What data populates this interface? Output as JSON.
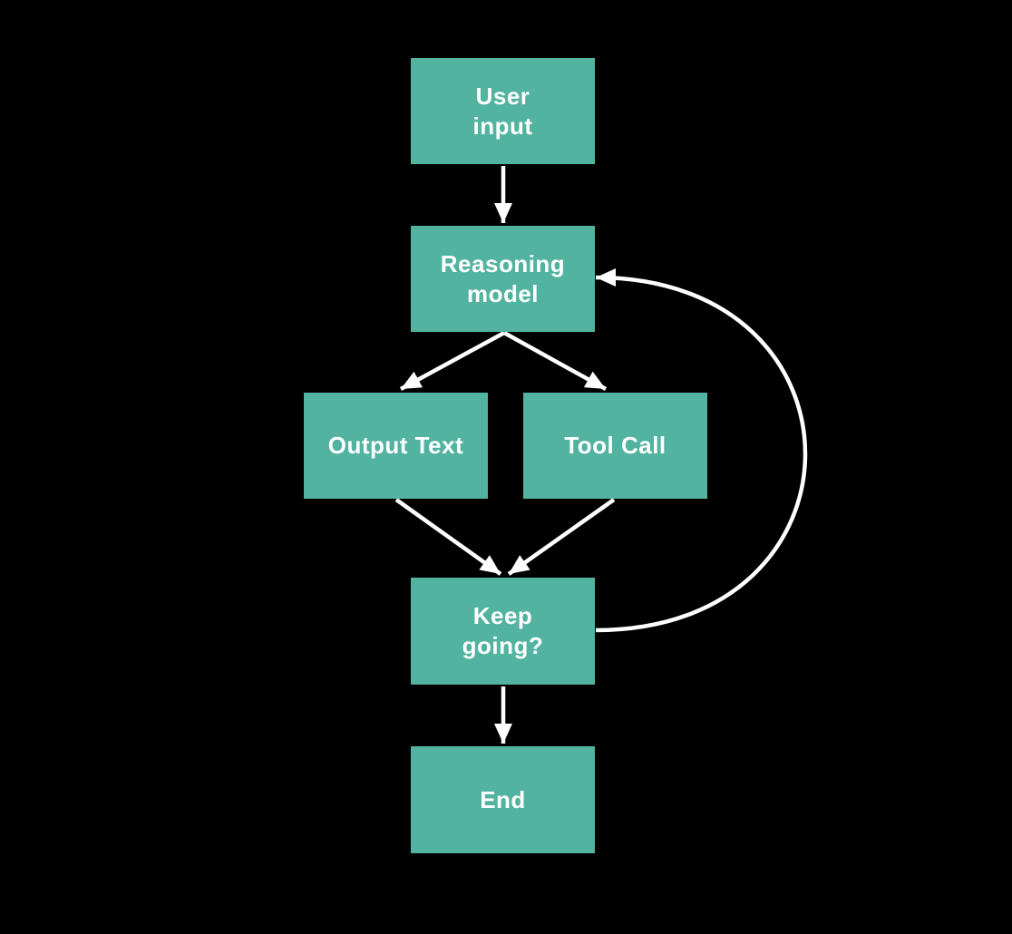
{
  "diagram": {
    "type": "flowchart",
    "background_color": "#000000",
    "node_fill_color": "#52b3a0",
    "arrow_color": "#ffffff",
    "text_color": "#ffffff",
    "nodes": {
      "user_input": {
        "label": "User\ninput"
      },
      "reasoning_model": {
        "label": "Reasoning\nmodel"
      },
      "output_text": {
        "label": "Output Text"
      },
      "tool_call": {
        "label": "Tool Call"
      },
      "keep_going": {
        "label": "Keep\ngoing?"
      },
      "end": {
        "label": "End"
      }
    },
    "edges": [
      {
        "from": "user_input",
        "to": "reasoning_model",
        "style": "straight"
      },
      {
        "from": "reasoning_model",
        "to": "output_text",
        "style": "straight"
      },
      {
        "from": "reasoning_model",
        "to": "tool_call",
        "style": "straight"
      },
      {
        "from": "output_text",
        "to": "keep_going",
        "style": "straight"
      },
      {
        "from": "tool_call",
        "to": "keep_going",
        "style": "straight"
      },
      {
        "from": "keep_going",
        "to": "end",
        "style": "straight"
      },
      {
        "from": "keep_going",
        "to": "reasoning_model",
        "style": "loop-right"
      }
    ]
  }
}
